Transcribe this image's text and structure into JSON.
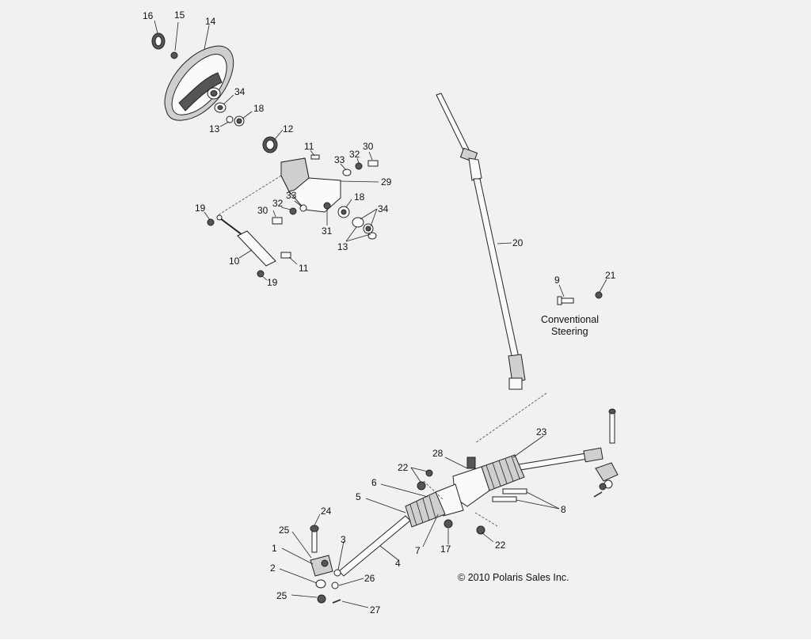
{
  "diagram": {
    "callouts": {
      "c16": "16",
      "c15": "15",
      "c14": "14",
      "c34a": "34",
      "c18a": "18",
      "c13a": "13",
      "c12": "12",
      "c11a": "11",
      "c33a": "33",
      "c32a": "32",
      "c30a": "30",
      "c29": "29",
      "c19a": "19",
      "c33b": "33",
      "c32b": "32",
      "c30b": "30",
      "c18b": "18",
      "c34b": "34",
      "c31": "31",
      "c13b": "13",
      "c10": "10",
      "c11b": "11",
      "c19b": "19",
      "c20": "20",
      "c9": "9",
      "c21": "21",
      "c23": "23",
      "c28": "28",
      "c22a": "22",
      "c6": "6",
      "c5": "5",
      "c8": "8",
      "c24": "24",
      "c25a": "25",
      "c1": "1",
      "c3": "3",
      "c2": "2",
      "c4": "4",
      "c7": "7",
      "c17": "17",
      "c22b": "22",
      "c26": "26",
      "c25b": "25",
      "c27": "27"
    },
    "note_line1": "Conventional",
    "note_line2": "Steering",
    "copyright": "© 2010 Polaris Sales Inc."
  }
}
